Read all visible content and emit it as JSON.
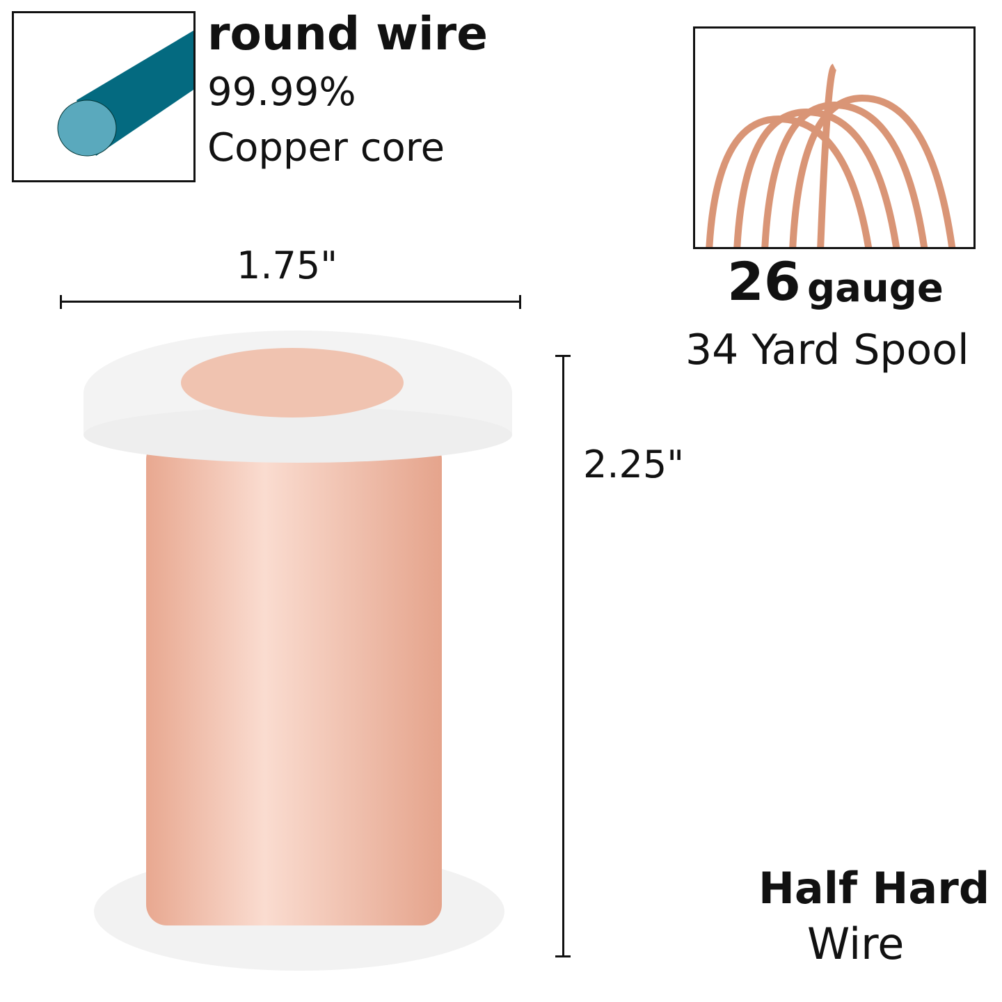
{
  "profile": {
    "title": "round wire",
    "purity": "99.99%",
    "core": "Copper core",
    "icon": "round-wire-cross-section-icon"
  },
  "gauge": {
    "number": "26",
    "unit": "gauge",
    "length": "34 Yard Spool"
  },
  "dimensions": {
    "width": "1.75\"",
    "height": "2.25\""
  },
  "temper": {
    "line1": "Half Hard",
    "line2": "Wire"
  },
  "colors": {
    "teal": "#046a80",
    "teal_light": "#5aa9bd",
    "copper": "#f0b8a0"
  }
}
